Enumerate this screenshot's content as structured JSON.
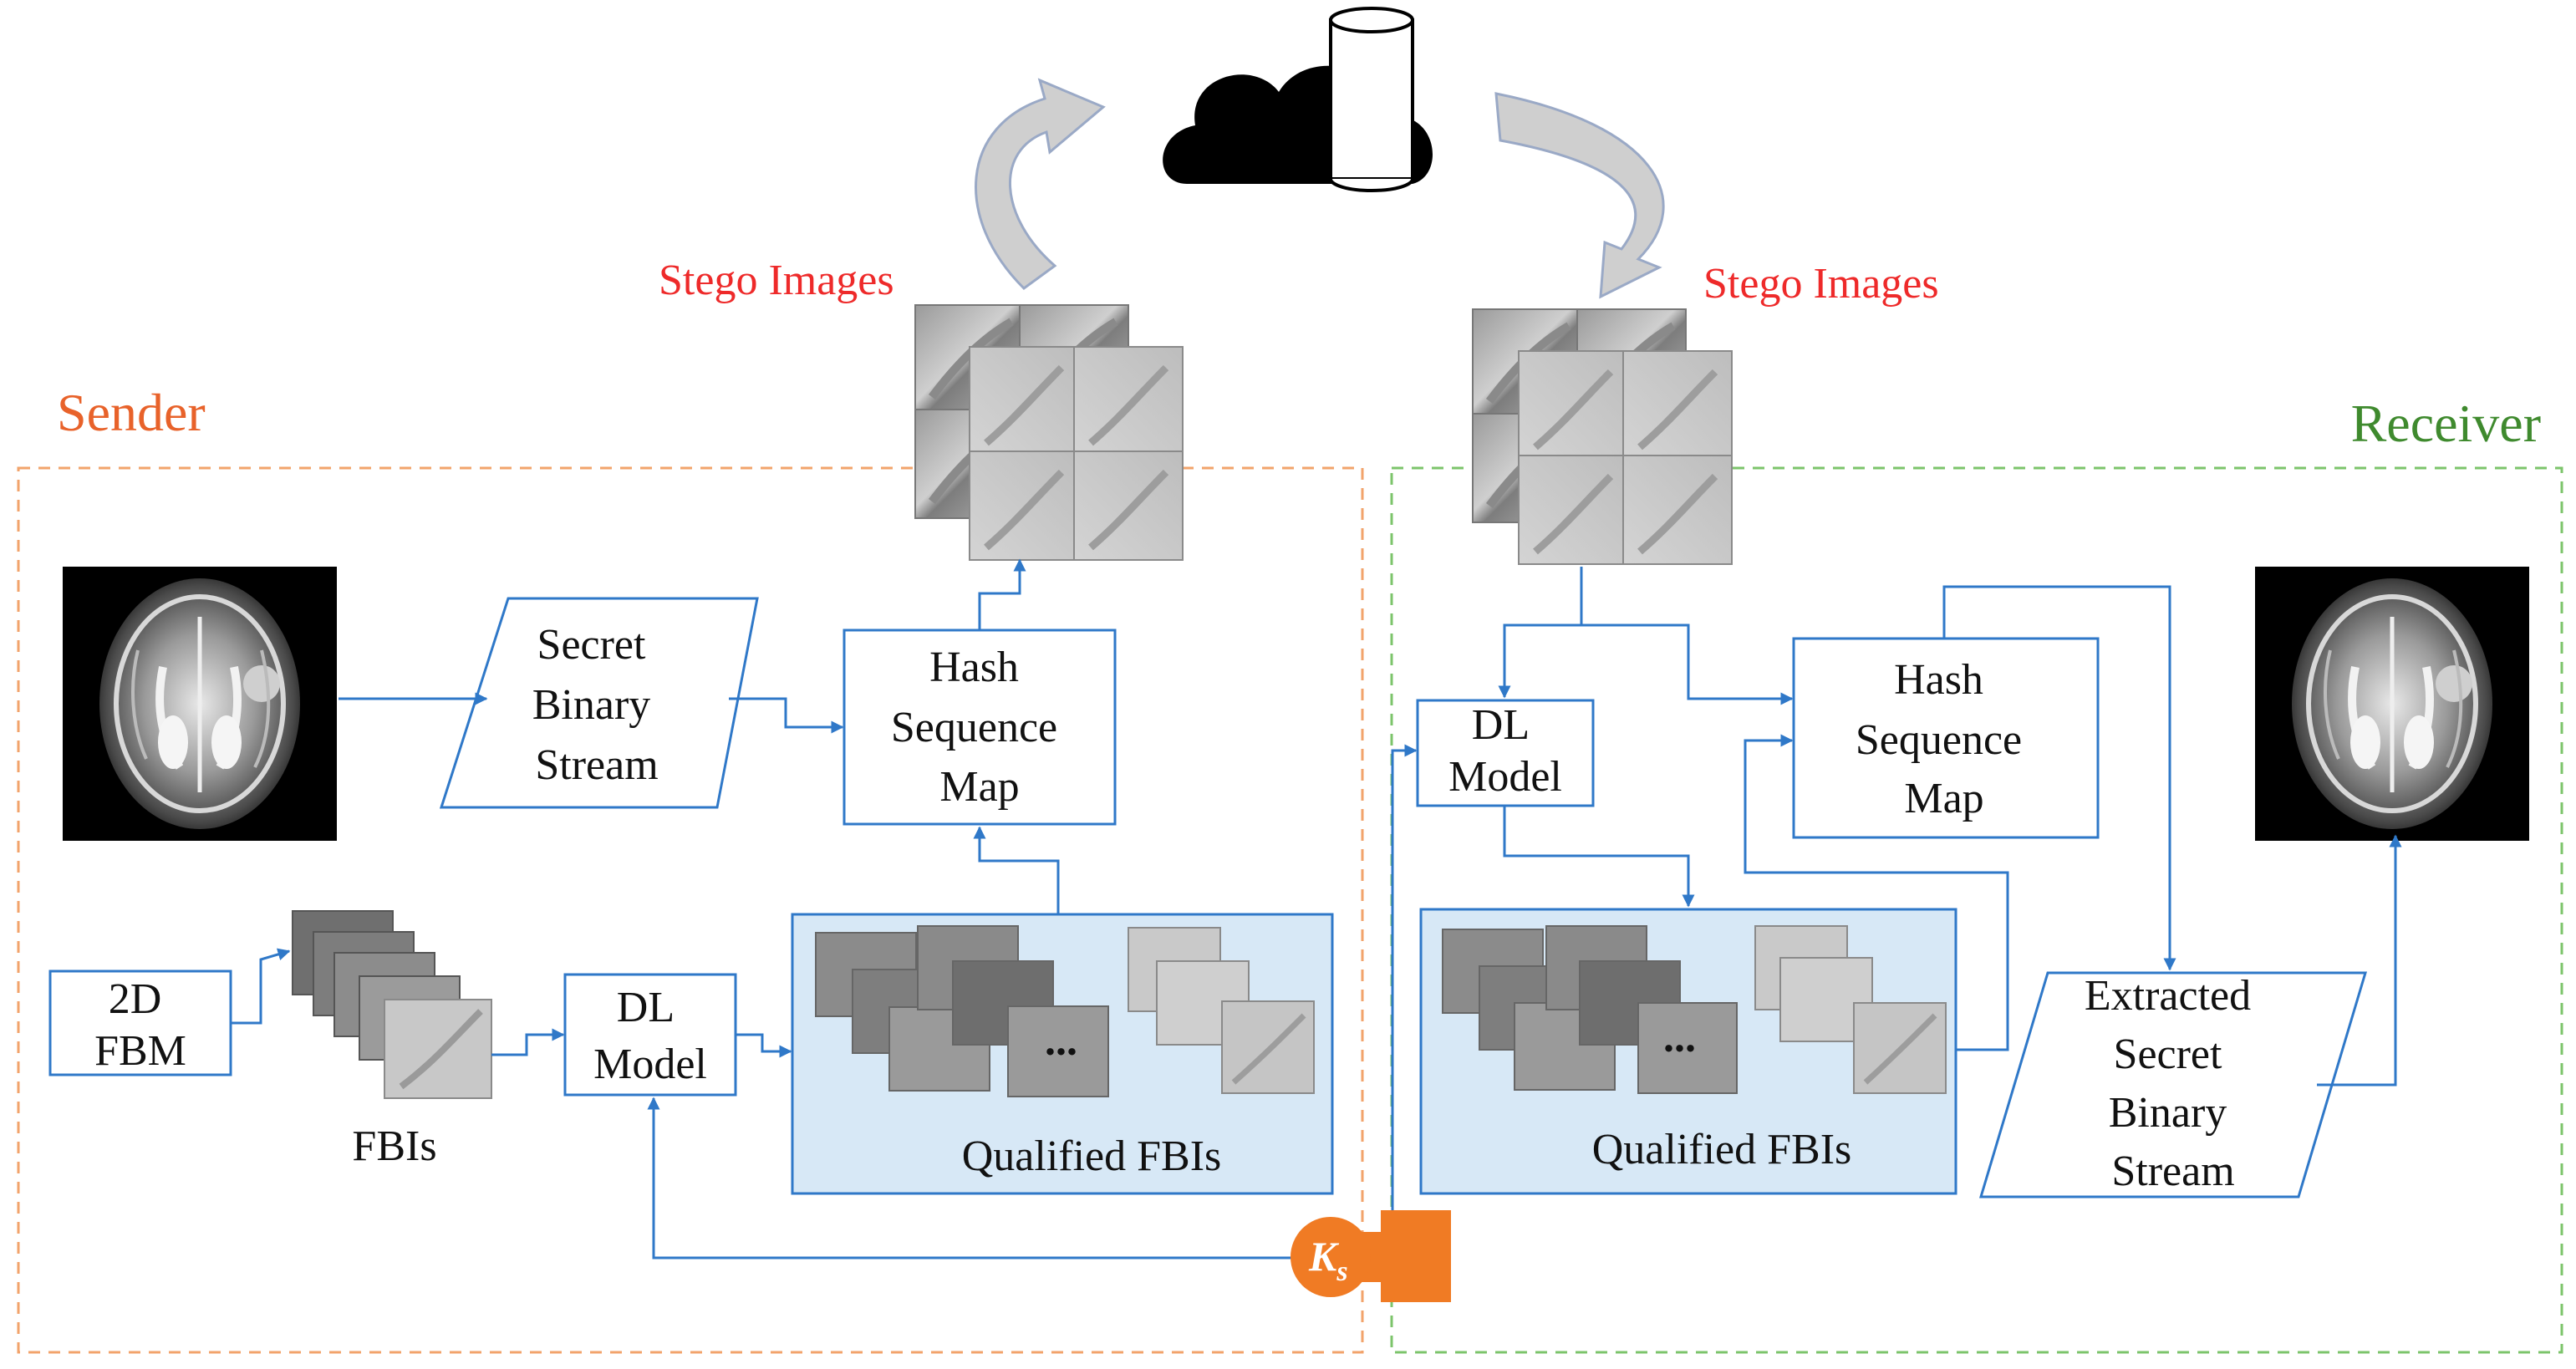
{
  "diagram": {
    "sender": {
      "title": "Sender",
      "color": "#e8622a"
    },
    "receiver": {
      "title": "Receiver",
      "color": "#3f8a2e"
    },
    "stego_images_left": "Stego Images",
    "stego_images_right": "Stego Images",
    "secret_binary_stream": [
      "Secret",
      "Binary",
      "Stream"
    ],
    "hash_sequence_map_left": [
      "Hash",
      "Sequence",
      "Map"
    ],
    "hash_sequence_map_right": [
      "Hash",
      "Sequence",
      "Map"
    ],
    "dl_model_left": [
      "DL",
      "Model"
    ],
    "dl_model_right": [
      "DL",
      "Model"
    ],
    "fbm": [
      "2D",
      "FBM"
    ],
    "fbis": "FBIs",
    "qualified_fbis_left": "Qualified FBIs",
    "qualified_fbis_right": "Qualified FBIs",
    "extracted_stream": [
      "Extracted",
      "Secret",
      "Binary",
      "Stream"
    ],
    "ellipsis_left": "...",
    "ellipsis_right": "...",
    "key_label": "K",
    "key_sub": "s",
    "colors": {
      "flow_line": "#2f78c8",
      "qualified_fill": "#d7e8f6",
      "key": "#f07b24",
      "stego_text": "#ee2a2a"
    },
    "icons": [
      "cloud-icon",
      "database-icon",
      "brain-mri-icon",
      "curved-arrow-icon"
    ]
  }
}
